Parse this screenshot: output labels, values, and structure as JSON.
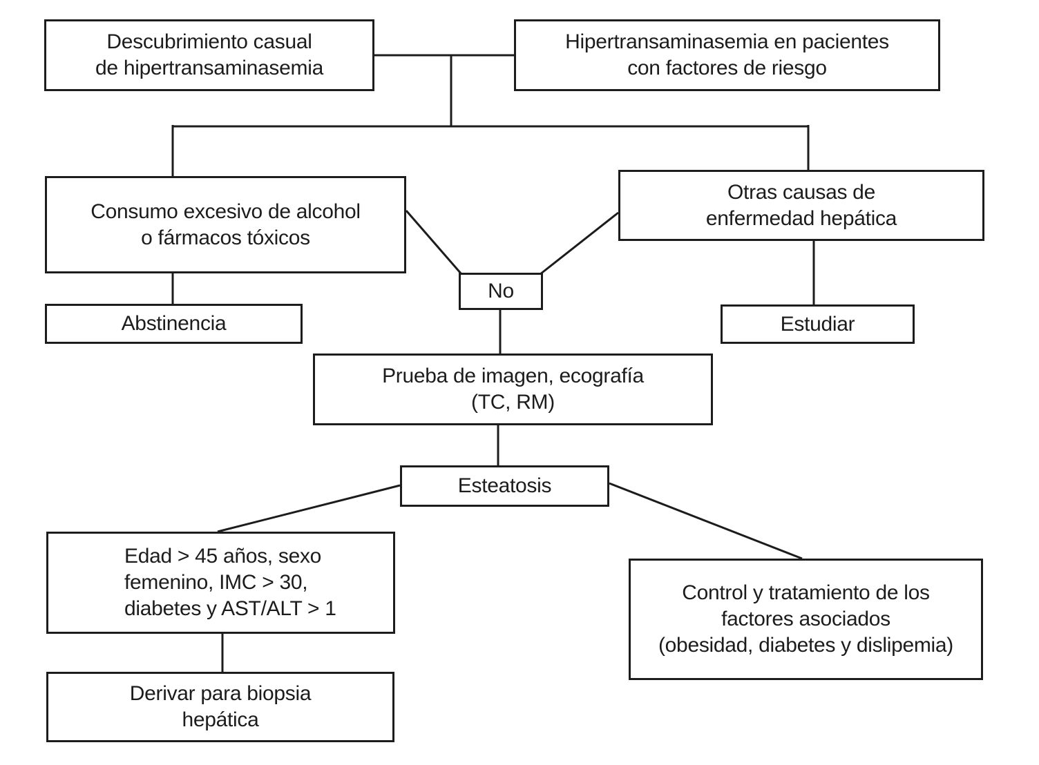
{
  "diagram": {
    "language": "es",
    "ink_color": "#1c1c1c",
    "background_color": "#ffffff",
    "nodes": {
      "discovery": {
        "lines": [
          "Descubrimiento casual",
          "de hipertransaminasemia"
        ]
      },
      "risk": {
        "lines": [
          "Hipertransaminasemia en pacientes",
          "con factores de riesgo"
        ]
      },
      "alcohol": {
        "lines": [
          "Consumo excesivo de alcohol",
          "o fármacos tóxicos"
        ]
      },
      "othercauses": {
        "lines": [
          "Otras causas de",
          "enfermedad hepática"
        ]
      },
      "no": {
        "lines": [
          "No"
        ]
      },
      "abstinence": {
        "lines": [
          "Abstinencia"
        ]
      },
      "study": {
        "lines": [
          "Estudiar"
        ]
      },
      "imaging": {
        "lines": [
          "Prueba de imagen, ecografía",
          "(TC, RM)"
        ]
      },
      "steatosis": {
        "lines": [
          "Esteatosis"
        ]
      },
      "criteria": {
        "lines": [
          "Edad > 45 años, sexo",
          "femenino, IMC > 30,",
          "diabetes y AST/ALT > 1"
        ]
      },
      "control": {
        "lines": [
          "Control y tratamiento de los",
          "factores asociados",
          "(obesidad, diabetes y dislipemia)"
        ]
      },
      "biopsy": {
        "lines": [
          "Derivar para biopsia",
          "hepática"
        ]
      }
    }
  }
}
